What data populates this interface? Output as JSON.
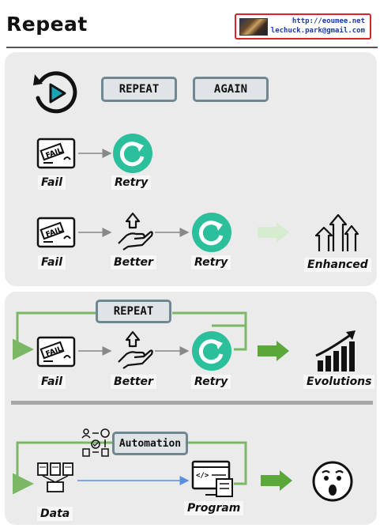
{
  "header": {
    "title": "Repeat",
    "credit_url": "http://eoumee.net",
    "credit_email": "lechuck.park@gmail.com"
  },
  "panel1": {
    "tags": {
      "repeat": "REPEAT",
      "again": "AGAIN"
    },
    "row1": {
      "fail": "Fail",
      "retry": "Retry"
    },
    "row2": {
      "fail": "Fail",
      "better": "Better",
      "retry": "Retry",
      "enhanced": "Enhanced"
    }
  },
  "panel2": {
    "loop_tag": "REPEAT",
    "row": {
      "fail": "Fail",
      "better": "Better",
      "retry": "Retry",
      "result": "Evolutions"
    },
    "automation": {
      "tag": "Automation",
      "data": "Data",
      "program": "Program"
    }
  },
  "colors": {
    "loop_green": "#7ab865",
    "arrow_green": "#5aa83a",
    "faded_green": "#d5ecd0",
    "retry_teal": "#2bbf9b",
    "play_teal": "#1ba3b8",
    "blue_line": "#5a8fe0",
    "tag_border": "#6e8792"
  },
  "icons": [
    "replay-icon",
    "fail-document-icon",
    "retry-icon",
    "better-hand-icon",
    "enhanced-growth-icon",
    "evolutions-chart-icon",
    "data-files-icon",
    "program-computer-icon",
    "surprised-face-icon",
    "workflow-icon"
  ]
}
